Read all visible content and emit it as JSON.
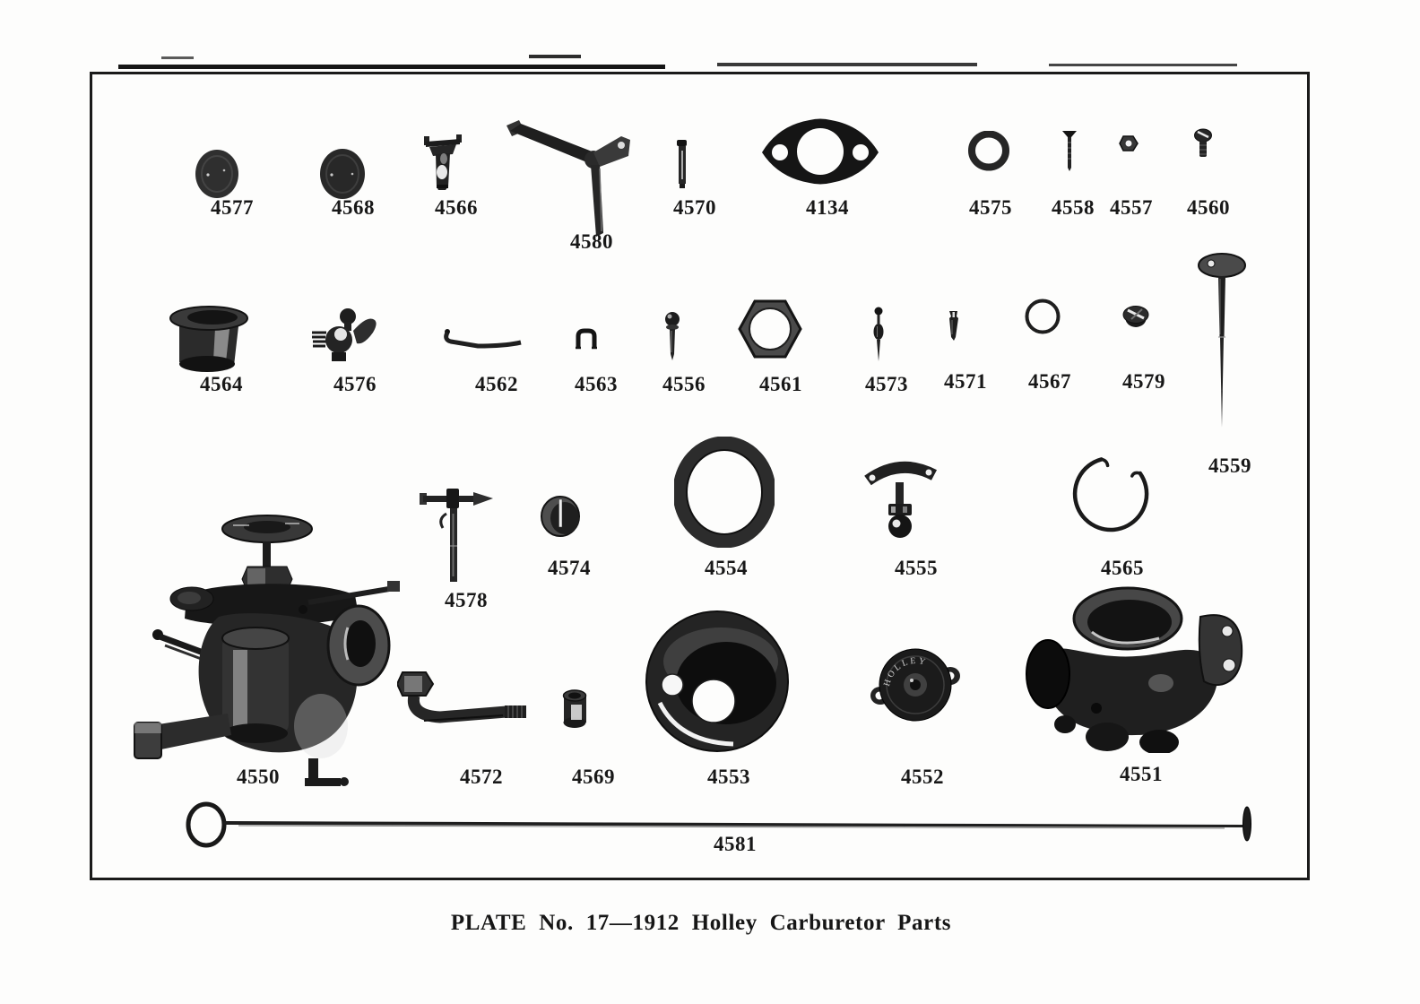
{
  "plate": {
    "caption": "PLATE No. 17—1912 Holley Carburetor Parts"
  },
  "parts": {
    "p4577": {
      "label": "4577"
    },
    "p4568": {
      "label": "4568"
    },
    "p4566": {
      "label": "4566"
    },
    "p4580": {
      "label": "4580"
    },
    "p4570": {
      "label": "4570"
    },
    "p4134": {
      "label": "4134"
    },
    "p4575": {
      "label": "4575"
    },
    "p4558": {
      "label": "4558"
    },
    "p4557": {
      "label": "4557"
    },
    "p4560": {
      "label": "4560"
    },
    "p4564": {
      "label": "4564"
    },
    "p4576": {
      "label": "4576"
    },
    "p4562": {
      "label": "4562"
    },
    "p4563": {
      "label": "4563"
    },
    "p4556": {
      "label": "4556"
    },
    "p4561": {
      "label": "4561"
    },
    "p4573": {
      "label": "4573"
    },
    "p4571": {
      "label": "4571"
    },
    "p4567": {
      "label": "4567"
    },
    "p4579": {
      "label": "4579"
    },
    "p4559": {
      "label": "4559"
    },
    "p4578": {
      "label": "4578"
    },
    "p4574": {
      "label": "4574"
    },
    "p4554": {
      "label": "4554"
    },
    "p4555": {
      "label": "4555"
    },
    "p4565": {
      "label": "4565"
    },
    "p4550": {
      "label": "4550"
    },
    "p4572": {
      "label": "4572"
    },
    "p4569": {
      "label": "4569"
    },
    "p4553": {
      "label": "4553"
    },
    "p4552": {
      "label": "4552",
      "engraving": "HOLLEY"
    },
    "p4551": {
      "label": "4551"
    },
    "p4581": {
      "label": "4581"
    }
  }
}
